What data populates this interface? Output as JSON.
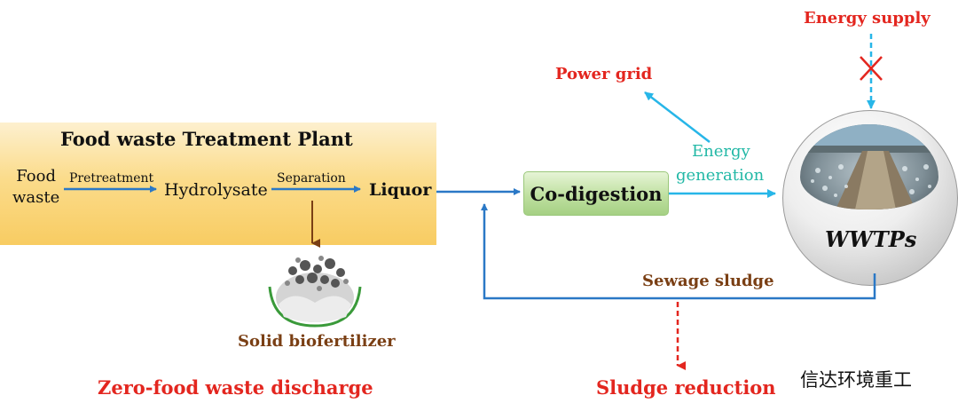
{
  "plant": {
    "title": "Food waste Treatment Plant",
    "food_line1": "Food",
    "food_line2": "waste",
    "pretreatment": "Pretreatment",
    "hydrolysate": "Hydrolysate",
    "separation": "Separation",
    "liquor": "Liquor"
  },
  "codigestion": "Co-digestion",
  "energy_generation_line1": "Energy",
  "energy_generation_line2": "generation",
  "power_grid": "Power grid",
  "energy_supply": "Energy supply",
  "wwtps": "WWTPs",
  "sewage_sludge": "Sewage sludge",
  "solid_biofertilizer": "Solid biofertilizer",
  "zero_food_waste": "Zero-food waste discharge",
  "sludge_reduction": "Sludge reduction",
  "watermark": "信达环境重工",
  "colors": {
    "blue_arrow": "#2a78c6",
    "cyan_arrow": "#27b6e8",
    "red_text": "#e3261f",
    "brown_text": "#7a3f14",
    "teal_text": "#22b8a6",
    "plant_box": "#f8cc62",
    "codigestion_box": "#bfe0a0"
  }
}
